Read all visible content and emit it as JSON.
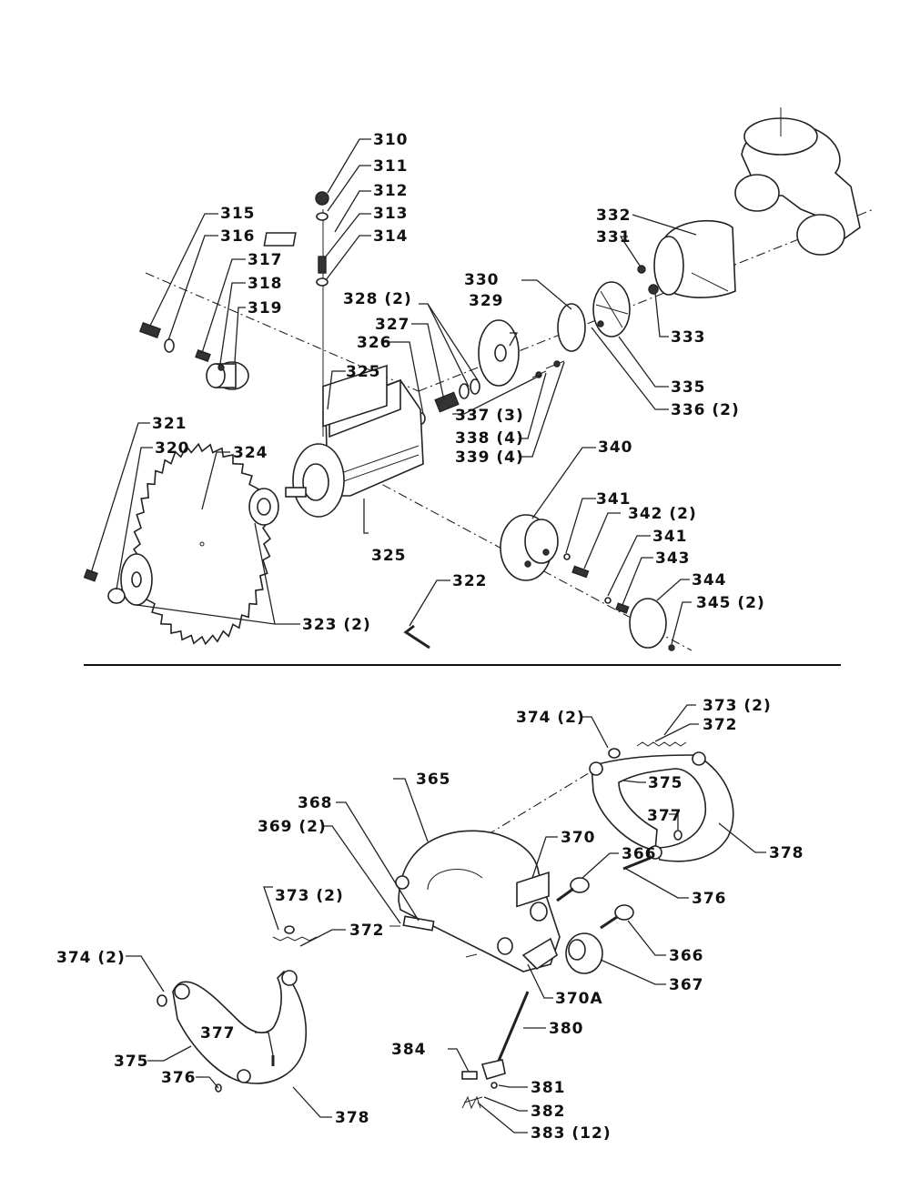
{
  "labels": {
    "p310": "310",
    "p311": "311",
    "p312": "312",
    "p313": "313",
    "p314": "314",
    "p315": "315",
    "p316": "316",
    "p317": "317",
    "p318": "318",
    "p319": "319",
    "p320": "320",
    "p321": "321",
    "p322": "322",
    "p323": "323 (2)",
    "p324": "324",
    "p325a": "325",
    "p325b": "325",
    "p326": "326",
    "p327": "327",
    "p328": "328 (2)",
    "p329": "329",
    "p330": "330",
    "p331": "331",
    "p332": "332",
    "p333": "333",
    "p335": "335",
    "p336": "336 (2)",
    "p337": "337 (3)",
    "p338": "338 (4)",
    "p339": "339 (4)",
    "p340": "340",
    "p341a": "341",
    "p341b": "341",
    "p342": "342 (2)",
    "p343": "343",
    "p344": "344",
    "p345": "345 (2)",
    "p365": "365",
    "p366a": "366",
    "p366b": "366",
    "p367": "367",
    "p368": "368",
    "p369": "369 (2)",
    "p370": "370",
    "p370a": "370A",
    "p372a": "372",
    "p372b": "372",
    "p373a": "373 (2)",
    "p373b": "373 (2)",
    "p374a": "374 (2)",
    "p374b": "374 (2)",
    "p375a": "375",
    "p375b": "375",
    "p376a": "376",
    "p376b": "376",
    "p377a": "377",
    "p377b": "377",
    "p378a": "378",
    "p378b": "378",
    "p380": "380",
    "p381": "381",
    "p382": "382",
    "p383": "383 (12)",
    "p384": "384"
  }
}
